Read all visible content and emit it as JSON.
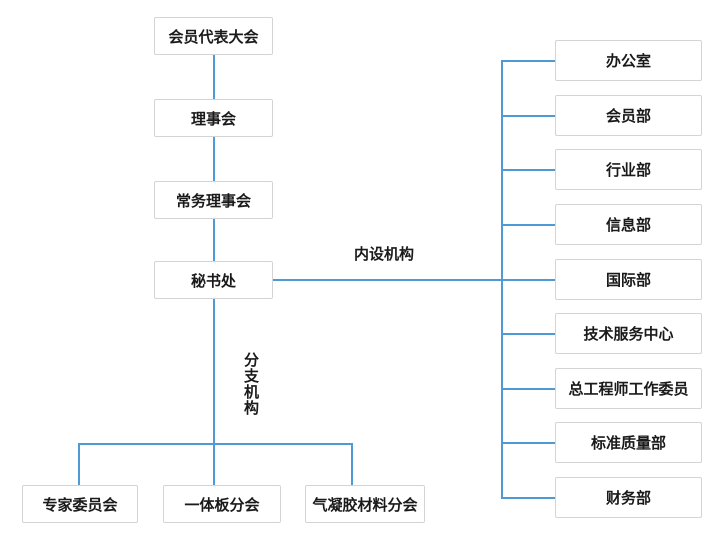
{
  "diagram": {
    "type": "org-chart",
    "colors": {
      "connector": "#4d9ad5",
      "box_border": "#d4d4d4",
      "box_fill": "#ffffff",
      "text": "#1a1a1a",
      "background": "#ffffff"
    },
    "left_column": [
      {
        "label": "会员代表大会"
      },
      {
        "label": "理事会"
      },
      {
        "label": "常务理事会"
      },
      {
        "label": "秘书处"
      }
    ],
    "edge_labels": {
      "internal_departments": "内设机构",
      "branch_organizations": "分支机构"
    },
    "right_column": [
      {
        "label": "办公室"
      },
      {
        "label": "会员部"
      },
      {
        "label": "行业部"
      },
      {
        "label": "信息部"
      },
      {
        "label": "国际部"
      },
      {
        "label": "技术服务中心"
      },
      {
        "label": "总工程师工作委员"
      },
      {
        "label": "标准质量部"
      },
      {
        "label": "财务部"
      }
    ],
    "bottom_row": [
      {
        "label": "专家委员会"
      },
      {
        "label": "一体板分会"
      },
      {
        "label": "气凝胶材料分会"
      }
    ]
  }
}
